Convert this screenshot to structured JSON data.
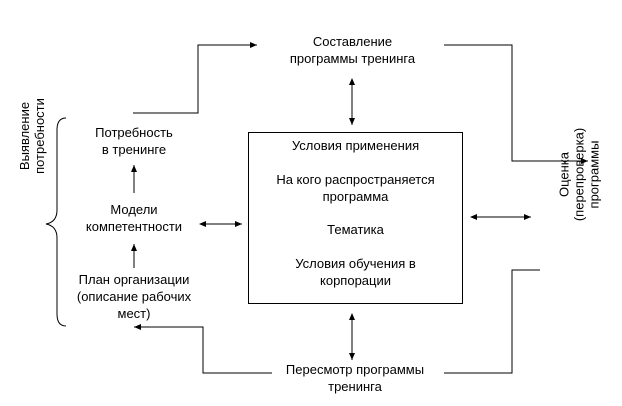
{
  "diagram": {
    "top_node": {
      "line1": "Составление",
      "line2": "программы тренинга"
    },
    "bottom_node": {
      "line1": "Пересмотр программы",
      "line2": "тренинга"
    },
    "center_box": {
      "item1": "Условия применения",
      "item2_line1": "На кого распространяется",
      "item2_line2": "программа",
      "item3": "Тематика",
      "item4_line1": "Условия обучения в",
      "item4_line2": "корпорации"
    },
    "left_column": {
      "need_line1": "Потребность",
      "need_line2": "в тренинге",
      "models_line1": "Модели",
      "models_line2": "компетентности",
      "plan_line1": "План организации",
      "plan_line2": "(описание рабочих",
      "plan_line3": "мест)"
    },
    "left_vertical_label": {
      "line1": "Выявление",
      "line2": "потребности"
    },
    "right_vertical_label": {
      "line1": "Оценка",
      "line2": "(перепроверка)",
      "line3": "программы"
    }
  }
}
